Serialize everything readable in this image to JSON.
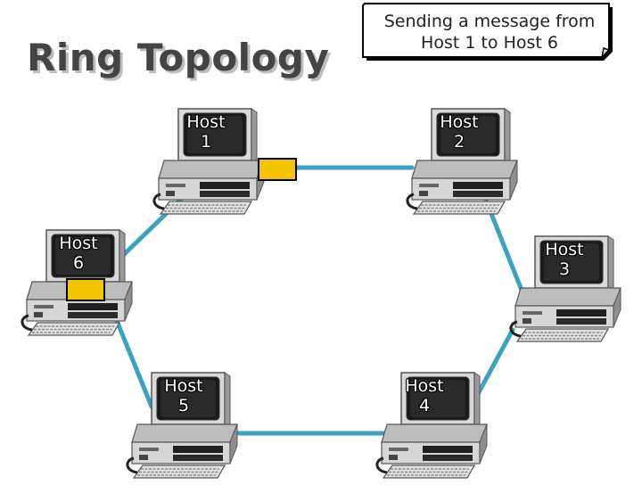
{
  "title": "Ring Topology",
  "callout": {
    "text": "Sending a message from Host 1 to Host 6"
  },
  "colors": {
    "link": "#3aa3bd",
    "packet": "#f5c400",
    "packet_border": "#000000"
  },
  "hosts": [
    {
      "id": 1,
      "name": "Host",
      "number": "1"
    },
    {
      "id": 2,
      "name": "Host",
      "number": "2"
    },
    {
      "id": 3,
      "name": "Host",
      "number": "3"
    },
    {
      "id": 4,
      "name": "Host",
      "number": "4"
    },
    {
      "id": 5,
      "name": "Host",
      "number": "5"
    },
    {
      "id": 6,
      "name": "Host",
      "number": "6"
    }
  ],
  "ring_order": [
    1,
    2,
    3,
    4,
    5,
    6
  ],
  "packets": [
    {
      "location": "host-1"
    },
    {
      "location": "host-6"
    }
  ]
}
